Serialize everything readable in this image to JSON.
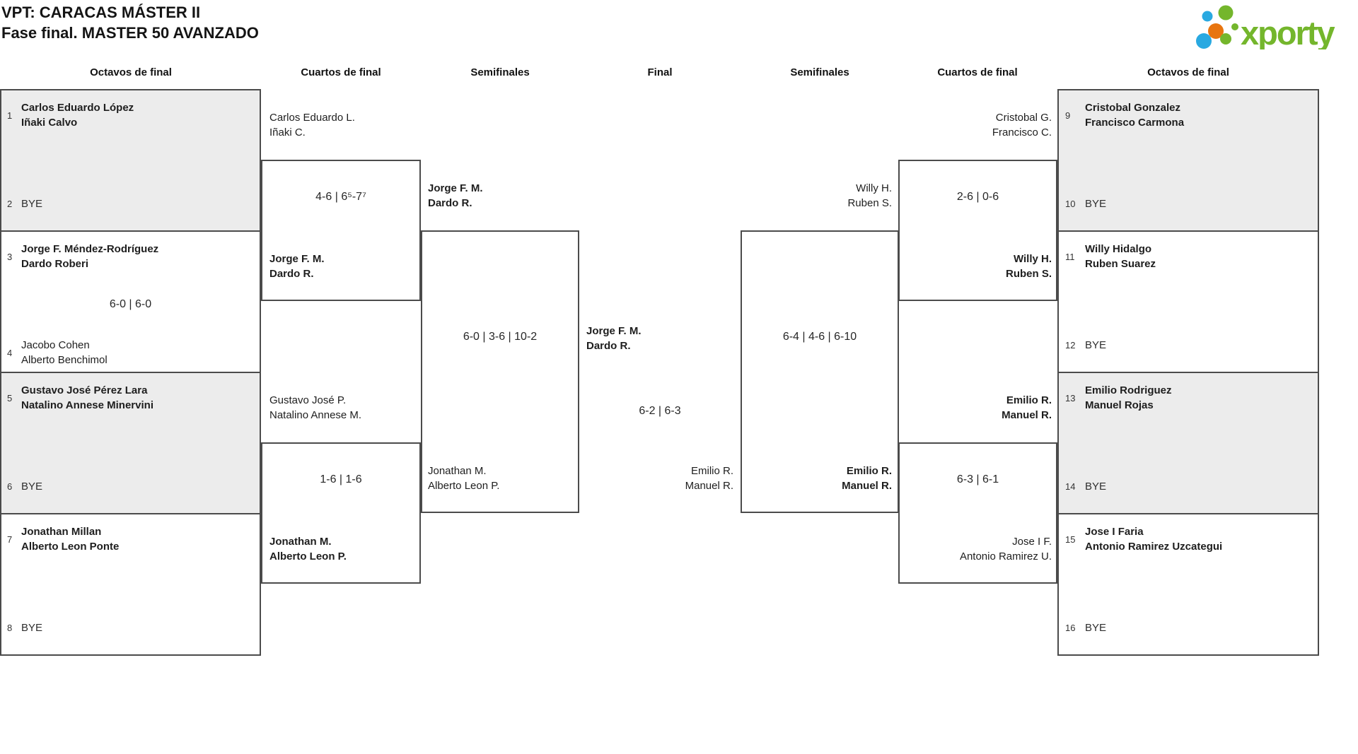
{
  "title": {
    "line1": "VPT: CARACAS MÁSTER II",
    "line2": "Fase final. MASTER 50 AVANZADO"
  },
  "logo": {
    "text": "xporty"
  },
  "colors": {
    "green": "#74b62c",
    "blue": "#29a9e1",
    "orange": "#e8750f",
    "box_fill": "#ececec",
    "border": "#4b4b4b"
  },
  "rounds": {
    "left_r16": "Octavos de final",
    "left_qf": "Cuartos de final",
    "left_sf": "Semifinales",
    "final": "Final",
    "right_sf": "Semifinales",
    "right_qf": "Cuartos de final",
    "right_r16": "Octavos de final"
  },
  "r16": {
    "m1": {
      "seed_a": "1",
      "a1": "Carlos Eduardo López",
      "a2": "Iñaki Calvo",
      "seed_b": "2",
      "b_bye": "BYE"
    },
    "m2": {
      "seed_a": "3",
      "a1": "Jorge F. Méndez-Rodríguez",
      "a2": "Dardo Roberi",
      "score": "6-0 | 6-0",
      "seed_b": "4",
      "b1": "Jacobo Cohen",
      "b2": "Alberto Benchimol"
    },
    "m3": {
      "seed_a": "5",
      "a1": "Gustavo José Pérez Lara",
      "a2": "Natalino Annese Minervini",
      "seed_b": "6",
      "b_bye": "BYE"
    },
    "m4": {
      "seed_a": "7",
      "a1": "Jonathan Millan",
      "a2": "Alberto Leon Ponte",
      "seed_b": "8",
      "b_bye": "BYE"
    },
    "m5": {
      "seed_a": "9",
      "a1": "Cristobal Gonzalez",
      "a2": "Francisco Carmona",
      "seed_b": "10",
      "b_bye": "BYE"
    },
    "m6": {
      "seed_a": "11",
      "a1": "Willy Hidalgo",
      "a2": "Ruben Suarez",
      "seed_b": "12",
      "b_bye": "BYE"
    },
    "m7": {
      "seed_a": "13",
      "a1": "Emilio Rodriguez",
      "a2": "Manuel Rojas",
      "seed_b": "14",
      "b_bye": "BYE"
    },
    "m8": {
      "seed_a": "15",
      "a1": "Jose I Faria",
      "a2": "Antonio Ramirez Uzcategui",
      "seed_b": "16",
      "b_bye": "BYE"
    }
  },
  "qf": {
    "m1": {
      "a1": "Carlos Eduardo L.",
      "a2": "Iñaki C.",
      "score": "4-6 | 6⁵-7⁷",
      "b1": "Jorge F. M.",
      "b2": "Dardo R."
    },
    "m2": {
      "a1": "Gustavo José P.",
      "a2": "Natalino Annese M.",
      "score": "1-6 | 1-6",
      "b1": "Jonathan M.",
      "b2": "Alberto Leon P."
    },
    "m3": {
      "a1": "Cristobal G.",
      "a2": "Francisco C.",
      "score": "2-6 | 0-6",
      "b1": "Willy H.",
      "b2": "Ruben S."
    },
    "m4": {
      "a1": "Emilio R.",
      "a2": "Manuel R.",
      "score": "6-3 | 6-1",
      "b1": "Jose I F.",
      "b2": "Antonio Ramirez U."
    }
  },
  "sf": {
    "m1": {
      "a1": "Jorge F. M.",
      "a2": "Dardo R.",
      "score": "6-0 | 3-6 | 10-2",
      "b1": "Jonathan M.",
      "b2": "Alberto Leon P."
    },
    "m2": {
      "a1": "Willy H.",
      "a2": "Ruben S.",
      "score": "6-4 | 4-6 | 6-10",
      "b1": "Emilio R.",
      "b2": "Manuel R."
    }
  },
  "final": {
    "a1": "Jorge F. M.",
    "a2": "Dardo R.",
    "score": "6-2 | 6-3",
    "b1": "Emilio R.",
    "b2": "Manuel R."
  }
}
